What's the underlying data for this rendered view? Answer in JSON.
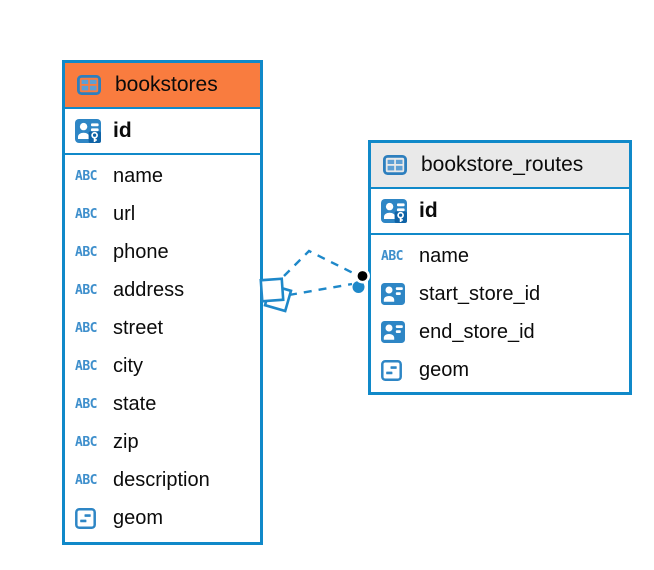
{
  "diagram": {
    "kind": "entity-relationship-diagram",
    "colors": {
      "table_border": "#1089C9",
      "bookstores_header_bg": "#F97C3F",
      "routes_header_bg": "#E9E9E9",
      "icon_blue": "#2E86C5",
      "abc_blue": "#3E8FCC",
      "connector_blue": "#1E88C9",
      "text": "#0b0b0b"
    },
    "tables": [
      {
        "name": "bookstores",
        "header_icon": "table-icon",
        "primary_key": {
          "name": "id",
          "icon": "primary-key-icon"
        },
        "columns": [
          {
            "name": "name",
            "icon": "abc-icon",
            "abc_glyph": "ABC"
          },
          {
            "name": "url",
            "icon": "abc-icon",
            "abc_glyph": "ABC"
          },
          {
            "name": "phone",
            "icon": "abc-icon",
            "abc_glyph": "ABC"
          },
          {
            "name": "address",
            "icon": "abc-icon",
            "abc_glyph": "ABC"
          },
          {
            "name": "street",
            "icon": "abc-icon",
            "abc_glyph": "ABC"
          },
          {
            "name": "city",
            "icon": "abc-icon",
            "abc_glyph": "ABC"
          },
          {
            "name": "state",
            "icon": "abc-icon",
            "abc_glyph": "ABC"
          },
          {
            "name": "zip",
            "icon": "abc-icon",
            "abc_glyph": "ABC"
          },
          {
            "name": "description",
            "icon": "abc-icon",
            "abc_glyph": "ABC"
          },
          {
            "name": "geom",
            "icon": "geometry-icon"
          }
        ]
      },
      {
        "name": "bookstore_routes",
        "header_icon": "table-icon",
        "primary_key": {
          "name": "id",
          "icon": "primary-key-icon"
        },
        "columns": [
          {
            "name": "name",
            "icon": "abc-icon",
            "abc_glyph": "ABC"
          },
          {
            "name": "start_store_id",
            "icon": "reference-icon"
          },
          {
            "name": "end_store_id",
            "icon": "reference-icon"
          },
          {
            "name": "geom",
            "icon": "geometry-icon"
          }
        ]
      }
    ],
    "relationships": [
      {
        "from": "bookstores",
        "to": "bookstore_routes",
        "line_style": "dashed",
        "route": "upper",
        "source_marker": "stacked-squares",
        "target_marker": "black-dot"
      },
      {
        "from": "bookstores",
        "to": "bookstore_routes",
        "line_style": "dashed",
        "route": "lower",
        "source_marker": "stacked-squares",
        "target_marker": "black-dot"
      }
    ]
  }
}
